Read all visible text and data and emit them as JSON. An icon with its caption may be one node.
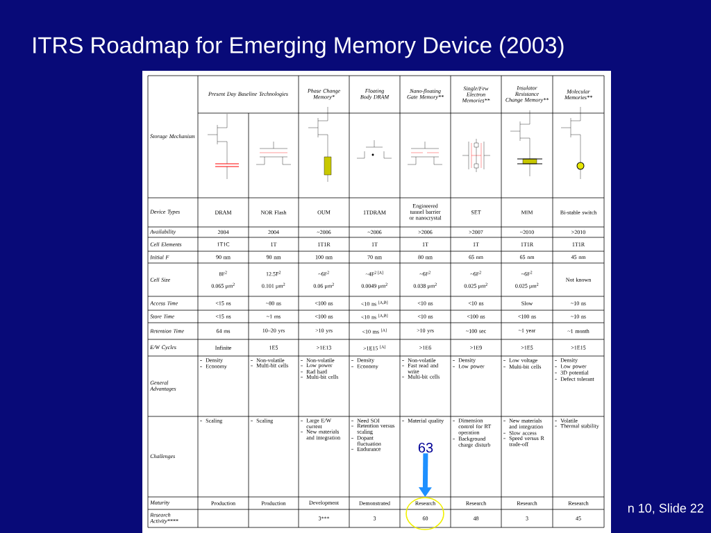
{
  "diagram": {
    "title": "ITRS Roadmap for Emerging Memory Device (2003)",
    "nodes": [
      {
        "text": [
          "63"
        ]
      },
      {
        "text": [],
        "shape": "circle"
      }
    ],
    "edges": [
      {
        "from": 0,
        "to": 1,
        "arrow": "to",
        "color": "#1e90ff"
      }
    ],
    "labels": [
      "Present Day Baseline Technologies",
      "Phase Change Memory*",
      "Floating Body DRAM",
      "Nano-floating Gate Memory**",
      "Single/Few Electron Memories**",
      "Insulator Resistance Change Memory**",
      "Molecular Memories**",
      "Storage Mechanism",
      "Device Types",
      "DRAM",
      "NOR Flash",
      "OUM",
      "1TDRAM",
      "Engineered tunnel barrier or nanocrystal",
      "SET",
      "MIM",
      "Bi-stable switch",
      "Availability",
      "2004",
      "2004",
      "~2006",
      "~2006",
      ">2006",
      ">2007",
      "~2010",
      ">2010",
      "Cell Elements",
      "1T1C",
      "1T",
      "1T1R",
      "1T",
      "1T",
      "1T",
      "1T1R",
      "1T1R",
      "Initial F",
      "90 nm",
      "90 nm",
      "100 nm",
      "70 nm",
      "80 nm",
      "65 nm",
      "65 nm",
      "45 nm",
      "Cell Size",
      "8F$^{2}$",
      "0.065 µm$^{2}$",
      "12.5F$^{2}$",
      "0.101 µm$^{2}$",
      "~6F$^{2}$",
      "0.06 µm$^{2}$",
      "~4F$^{2 [A]}$",
      "0.0049 µm$^{2}$",
      "~6F$^{2}$",
      "0.038 µm$^{2}$",
      "~6F$^{2}$",
      "0.025 µm$^{2}$",
      "~6F$^{2}$",
      "0.025 µm$^{2}$",
      "Not known",
      "Access Time",
      "<15 ns",
      "~80 ns",
      "<100 ns",
      "<10 ns $^{[A,B]}$",
      "<10 ns",
      "<10 ns",
      "Slow",
      "~10 ns",
      "Store Time",
      "<15 ns",
      "~1 ms",
      "<100 ns",
      "<10 ns $^{[A,B]}$",
      "<10 ns",
      "<100 ns",
      "<100 ns",
      "~10 ns",
      "Retention Time",
      "64 ms",
      "10–20 yrs",
      ">10 yrs",
      "<10 ms $^{[A]}$",
      ">10 yrs",
      "~100 sec",
      "~1 year",
      "~1 month",
      "E/W Cycles",
      "Infinite",
      "1E5",
      ">1E13",
      ">1E15 $^{[A]}$",
      ">1E6",
      ">1E9",
      ">1E5",
      ">1E15",
      "General Advantages",
      "Density",
      "Economy",
      "Non-volatile",
      "Multi-bit cells",
      "Non-volatile",
      "Low power",
      "Rad hard",
      "Multi-bit cells",
      "Density",
      "Economy",
      "Non-volatile",
      "Fast read and write",
      "Multi-bit cells",
      "Density",
      "Low power",
      "Low voltage",
      "Multi-bit cells",
      "Density",
      "Low power",
      "3D potential",
      "Defect tolerant",
      "Challenges",
      "Scaling",
      "Scaling",
      "Large E/W current",
      "New materials and integration",
      "Need SOI",
      "Retention versus scaling",
      "Dopant fluctuation",
      "Endurance",
      "Material quality",
      "Dimension control for RT operation",
      "Background charge disturb",
      "New materials and integration",
      "Slow access",
      "Speed versus R trade-off",
      "Volatile",
      "Thermal stability",
      "Maturity",
      "Production",
      "Production",
      "Development",
      "Demonstrated",
      "Research",
      "Research",
      "Research",
      "Research",
      "Research Activity****",
      "3***",
      "3",
      "60",
      "48",
      "3",
      "45",
      "n 10, Slide 22"
    ]
  }
}
